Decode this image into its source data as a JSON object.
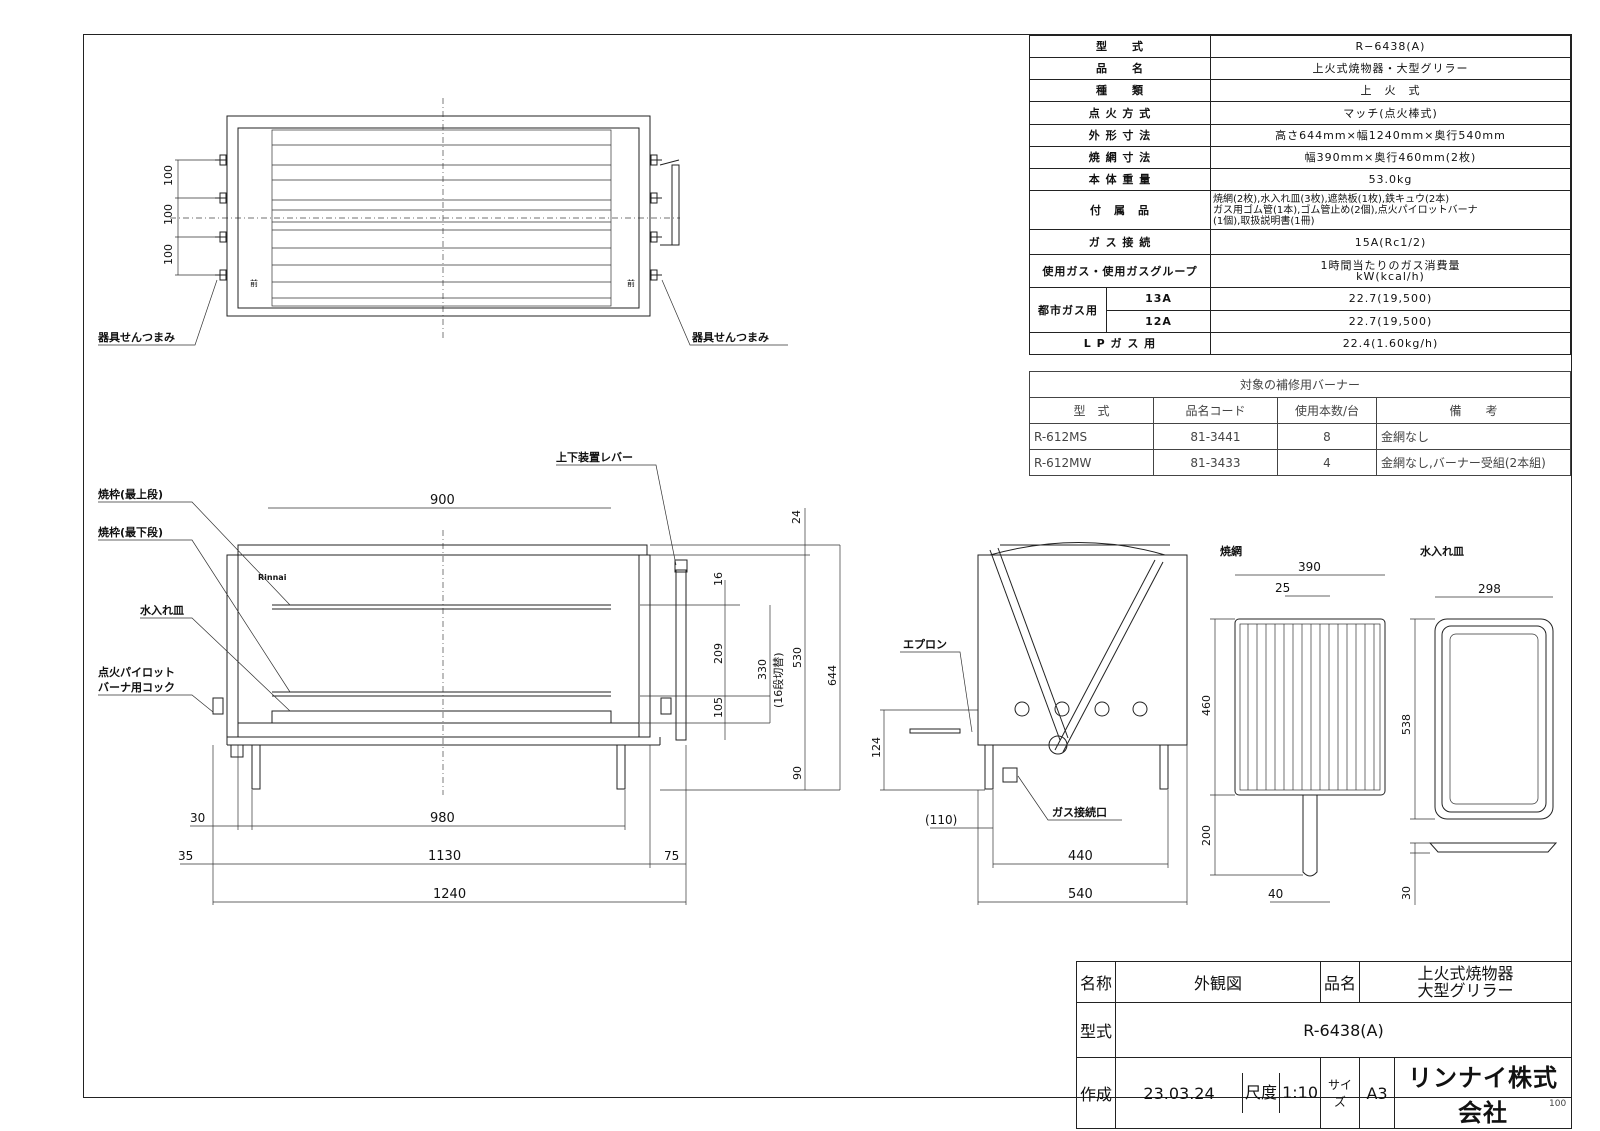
{
  "spec": {
    "model": {
      "label": "型　　式",
      "value": "R−6438(A)"
    },
    "name": {
      "label": "品　　名",
      "value": "上火式焼物器・大型グリラー"
    },
    "type": {
      "label": "種　　類",
      "value": "上　火　式"
    },
    "ignition": {
      "label": "点 火 方 式",
      "value": "マッチ(点火棒式)"
    },
    "outer": {
      "label": "外 形 寸 法",
      "value": "高さ644mm×幅1240mm×奥行540mm"
    },
    "grill": {
      "label": "焼 網 寸 法",
      "value": "幅390mm×奥行460mm(2枚)"
    },
    "weight": {
      "label": "本 体 重 量",
      "value": "53.0kg"
    },
    "accessories": {
      "label": "付　属　品",
      "line1": "焼網(2枚),水入れ皿(3枚),遮熱板(1枚),鉄キュウ(2本)",
      "line2": "ガス用ゴム管(1本),ゴム管止め(2個),点火パイロットバーナ",
      "line3": "(1個),取扱説明書(1冊)"
    },
    "gas_conn": {
      "label": "ガ ス 接 続",
      "value": "15A(Rc1/2)"
    },
    "gas_use": {
      "label": "使用ガス・使用ガスグループ",
      "line1": "1時間当たりのガス消費量",
      "line2": "kW(kcal/h)"
    },
    "city": {
      "label": "都市ガス用",
      "r1_label": "13A",
      "r1_value": "22.7(19,500)",
      "r2_label": "12A",
      "r2_value": "22.7(19,500)"
    },
    "lp": {
      "label": "L P ガ ス 用",
      "value": "22.4(1.60kg/h)"
    }
  },
  "burner": {
    "title": "対象の補修用バーナー",
    "headers": [
      "型　式",
      "品名コード",
      "使用本数/台",
      "備　　考"
    ],
    "rows": [
      [
        "R-612MS",
        "81-3441",
        "8",
        "金網なし"
      ],
      [
        "R-612MW",
        "81-3433",
        "4",
        "金網なし,バーナー受組(2本組)"
      ]
    ]
  },
  "labels": {
    "knob_left": "器具せんつまみ",
    "knob_right": "器具せんつまみ",
    "lever": "上下装置レバー",
    "frame_top": "焼枠(最上段)",
    "frame_bottom": "焼枠(最下段)",
    "water_pan": "水入れ皿",
    "pilot1": "点火パイロット",
    "pilot2": "バーナ用コック",
    "apron": "エプロン",
    "gas_port": "ガス接続口",
    "grill_net": "焼網",
    "water_tray": "水入れ皿",
    "brand": "Rinnai",
    "front_mark": "前"
  },
  "dims": {
    "top_pitch": [
      "100",
      "100",
      "100"
    ],
    "w900": "900",
    "h24": "24",
    "h16": "16",
    "h209": "209",
    "h105": "105",
    "h330": "330",
    "h330_note": "(16段切替)",
    "h530": "530",
    "h644": "644",
    "h90": "90",
    "w30": "30",
    "w980": "980",
    "w35": "35",
    "w1130": "1130",
    "w75": "75",
    "w1240": "1240",
    "s124": "124",
    "s110": "(110)",
    "s440": "440",
    "s540": "540",
    "g390": "390",
    "g25": "25",
    "g460": "460",
    "g200": "200",
    "g40": "40",
    "t298": "298",
    "t538": "538",
    "t30": "30"
  },
  "title": {
    "name_label": "名称",
    "name_value": "外観図",
    "product_label": "品名",
    "product_line1": "上火式焼物器",
    "product_line2": "大型グリラー",
    "model_label": "型式",
    "model_value": "R-6438(A)",
    "made_label": "作成",
    "made_value": "23.03.24",
    "scale_label": "尺度",
    "scale_value": "1:10",
    "size_label": "サイズ",
    "size_value": "A3",
    "company": "リンナイ株式会社"
  },
  "corner": "100"
}
